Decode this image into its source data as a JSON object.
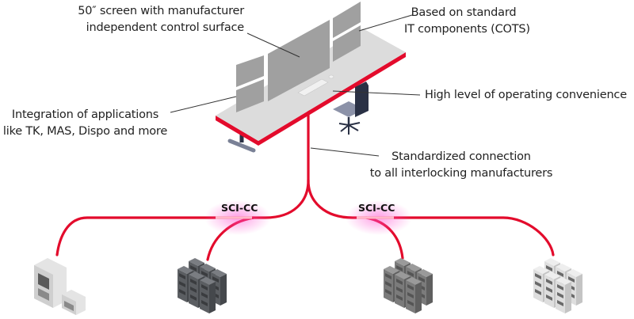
{
  "colors": {
    "connection_line": "#e30b2c",
    "glow": "#ff4fd0",
    "desk_top": "#dcdcdc",
    "screen": "#a0a0a0",
    "chair": "#2a3145",
    "leader_line": "#333333"
  },
  "callouts": {
    "screen": {
      "line1": "50″ screen with manufacturer",
      "line2": "independent control surface"
    },
    "cots": {
      "line1": "Based on standard",
      "line2": "IT components (COTS)"
    },
    "applications": {
      "line1": "Integration of applications",
      "line2": "like TK, MAS, Dispo and more"
    },
    "convenience": {
      "line1": "High level of operating convenience"
    },
    "connection": {
      "line1": "Standardized connection",
      "line2": "to all interlocking manufacturers"
    }
  },
  "interfaces": [
    {
      "label": "SCI-CC"
    },
    {
      "label": "SCI-CC"
    }
  ],
  "equipment": [
    {
      "name": "relay-interlocking-cabinets",
      "style": "light"
    },
    {
      "name": "electronic-interlocking-servers-dark",
      "style": "dark"
    },
    {
      "name": "electronic-interlocking-servers-gray",
      "style": "gray"
    },
    {
      "name": "interlocking-cabinets-light",
      "style": "light"
    }
  ]
}
